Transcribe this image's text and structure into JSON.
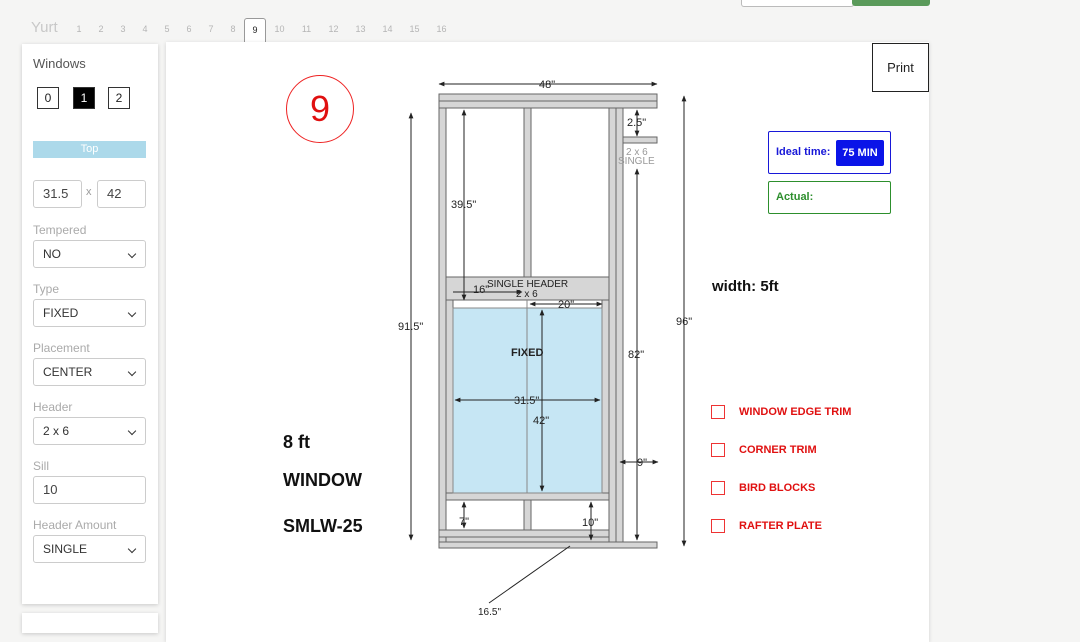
{
  "app": {
    "brand": "Yurt",
    "pages": [
      "1",
      "2",
      "3",
      "4",
      "5",
      "6",
      "7",
      "8",
      "9",
      "10",
      "11",
      "12",
      "13",
      "14",
      "15",
      "16"
    ],
    "active_page": "9"
  },
  "sidebar": {
    "title": "Windows",
    "count_options": [
      "0",
      "1",
      "2"
    ],
    "selected_count": "1",
    "position_bar": "Top",
    "width_value": "31.5",
    "height_value": "42",
    "size_separator": "x",
    "tempered": {
      "label": "Tempered",
      "value": "NO"
    },
    "type": {
      "label": "Type",
      "value": "FIXED"
    },
    "placement": {
      "label": "Placement",
      "value": "CENTER"
    },
    "header": {
      "label": "Header",
      "value": "2 x 6"
    },
    "sill": {
      "label": "Sill",
      "value": "10"
    },
    "header_amount": {
      "label": "Header Amount",
      "value": "SINGLE"
    }
  },
  "main": {
    "print_label": "Print",
    "wall_number": "9",
    "height_label": "8 ft",
    "kind_label": "WINDOW",
    "code_label": "SMLW-25",
    "width_label": "width: 5ft",
    "ideal": {
      "label": "Ideal time:",
      "value": "75 MIN"
    },
    "actual": {
      "label": "Actual:"
    },
    "checklist": [
      "WINDOW EDGE TRIM",
      "CORNER TRIM",
      "BIRD BLOCKS",
      "RAFTER PLATE"
    ]
  },
  "drawing": {
    "overall_width": "48\"",
    "overall_height": "96\"",
    "side_height": "91.5\"",
    "top_gap": "39.5\"",
    "plate_gap": "2.5\"",
    "stud_label_1": "2 x 6",
    "stud_label_2": "SINGLE",
    "header_label": "SINGLE HEADER",
    "header_size": "2 x 6",
    "left_offset": "16\"",
    "right_width": "20\"",
    "window_type": "FIXED",
    "window_width": "31.5\"",
    "window_height": "42\"",
    "right_height": "82\"",
    "right_sill": "9\"",
    "bottom_left": "7\"",
    "bottom_right": "10\"",
    "bottom_pointer": "16.5\""
  },
  "colors": {
    "accent_red": "#e01010",
    "ideal_blue": "#0a14e8",
    "actual_green": "#2d8f2d",
    "window_fill": "#c6e6f4",
    "lumber": "#d6d6d6"
  }
}
